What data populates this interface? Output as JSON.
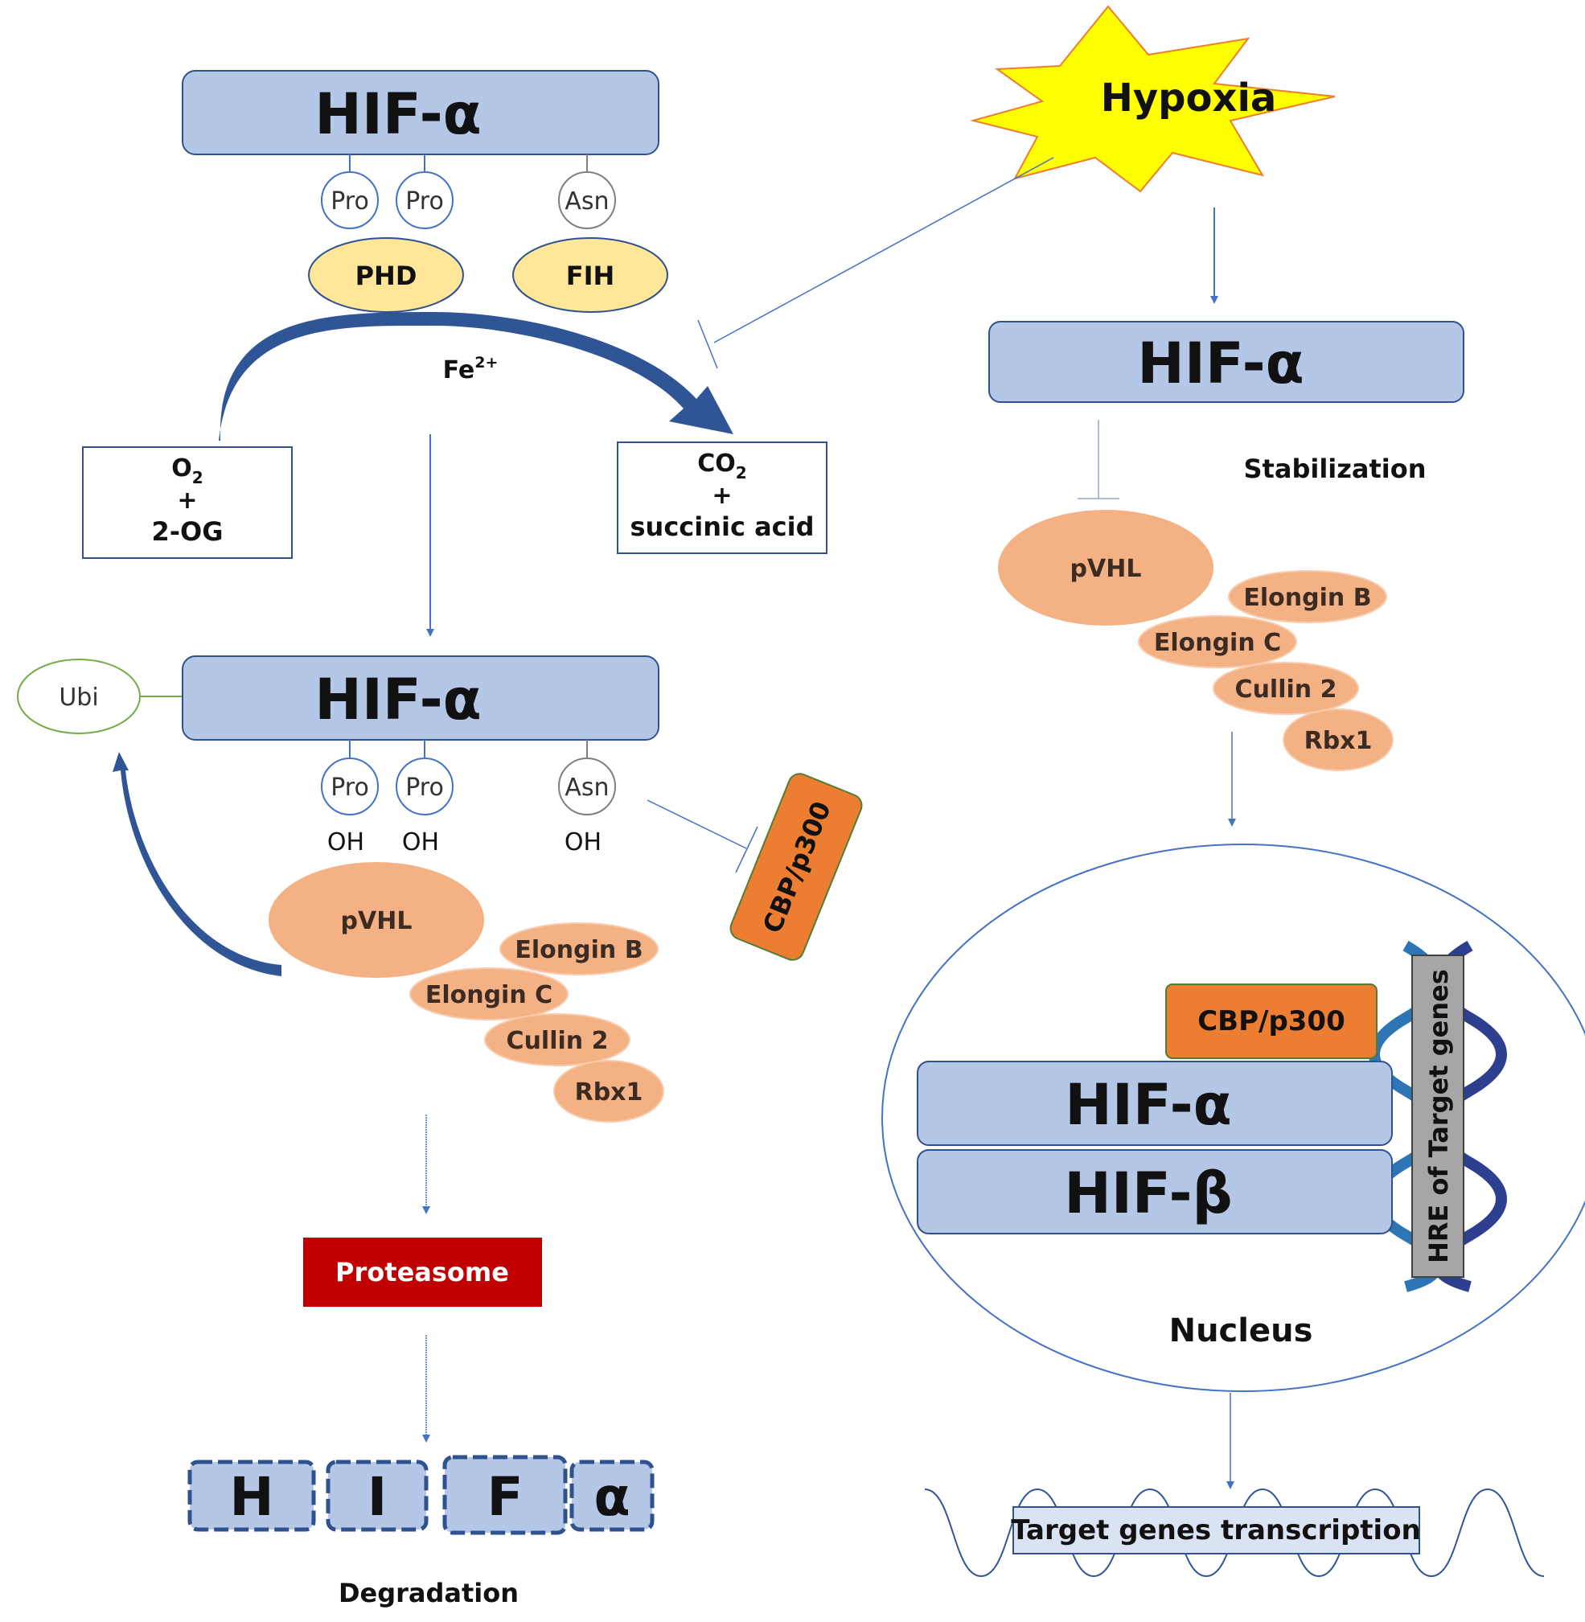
{
  "colors": {
    "hif_fill": "#b4c7e7",
    "hif_stroke": "#2f528f",
    "enzyme_fill": "#ffe699",
    "enzyme_stroke": "#2f528f",
    "complex_fill": "#f4b183",
    "cbp_fill": "#ed7d31",
    "proteasome_fill": "#c00000",
    "hypoxia_fill": "#ffff00",
    "hypoxia_stroke": "#ed7d31",
    "arrow": "#4472c4",
    "big_arrow": "#2f5597",
    "ubi_stroke": "#70ad47"
  },
  "top_left": {
    "hif_label": "HIF-α",
    "pro1": "Pro",
    "pro2": "Pro",
    "asn": "Asn",
    "phd": "PHD",
    "fih": "FIH",
    "fe_base": "Fe",
    "fe_sup": "2+",
    "o2_base": "O",
    "o2_sub": "2",
    "plus1": "+",
    "og": "2-OG",
    "co2_base": "CO",
    "co2_sub": "2",
    "plus2": "+",
    "succinic": "succinic acid"
  },
  "mid_left": {
    "ubi": "Ubi",
    "hif_label": "HIF-α",
    "pro1": "Pro",
    "pro2": "Pro",
    "asn": "Asn",
    "oh1": "OH",
    "oh2": "OH",
    "oh3": "OH",
    "pvhl": "pVHL",
    "elongin_b": "Elongin B",
    "elongin_c": "Elongin C",
    "cullin": "Cullin 2",
    "rbx": "Rbx1",
    "cbp": "CBP/p300"
  },
  "bottom_left": {
    "proteasome": "Proteasome",
    "fragments": [
      "H",
      "I",
      "F",
      "α"
    ],
    "degradation": "Degradation"
  },
  "right": {
    "hypoxia": "Hypoxia",
    "hif_label": "HIF-α",
    "stabilization": "Stabilization",
    "pvhl": "pVHL",
    "elongin_b": "Elongin B",
    "elongin_c": "Elongin C",
    "cullin": "Cullin 2",
    "rbx": "Rbx1",
    "cbp": "CBP/p300",
    "hif_a": "HIF-α",
    "hif_b": "HIF-β",
    "hre": "HRE of Target genes",
    "nucleus": "Nucleus",
    "transcription": "Target genes transcription"
  }
}
